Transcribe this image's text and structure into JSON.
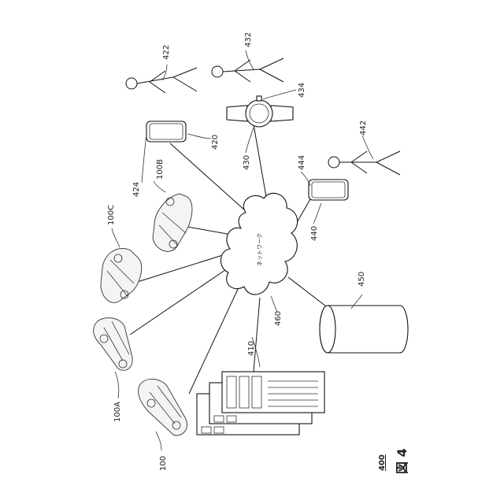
{
  "figure": {
    "figure_number": "400",
    "figure_caption": "図 4"
  },
  "nodes": {
    "network": {
      "label": "ネットワーク",
      "ref": "460"
    },
    "server": {
      "ref": "410"
    },
    "database": {
      "ref": "450"
    },
    "phone_a": {
      "ref": "420",
      "owner_ref": "424"
    },
    "phone_b": {
      "ref": "440",
      "owner_ref": "444"
    },
    "watch": {
      "ref": "430",
      "crown_ref": "434"
    },
    "user_a": {
      "ref": "422"
    },
    "user_b": {
      "ref": "432"
    },
    "user_c": {
      "ref": "442"
    },
    "vehicles": [
      {
        "ref": "100"
      },
      {
        "ref": "100A"
      },
      {
        "ref": "100B"
      },
      {
        "ref": "100C"
      }
    ]
  }
}
